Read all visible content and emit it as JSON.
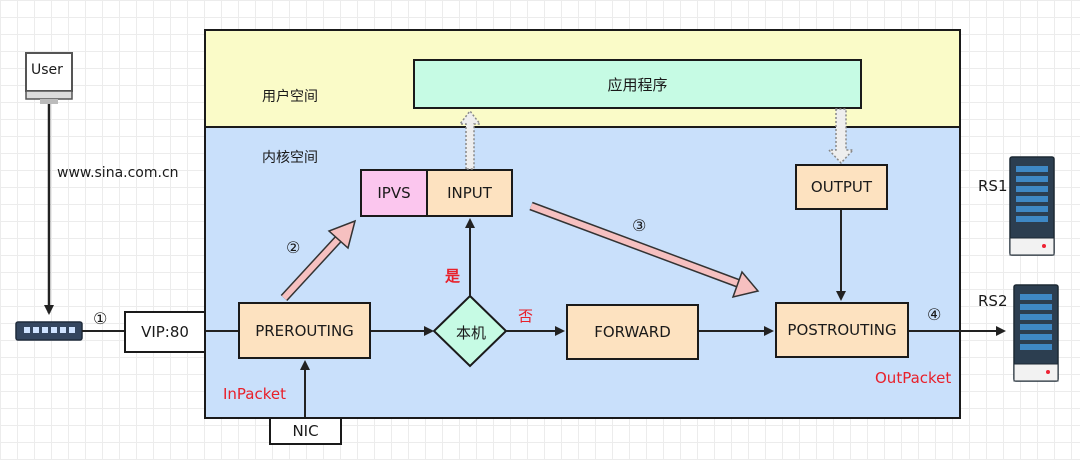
{
  "colors": {
    "user_space_bg": "#fafbc8",
    "kernel_space_bg": "#c9e0fb",
    "app_box": "#c6fbe4",
    "chain_box": "#fde2c0",
    "ipvs_box": "#fbc6ee",
    "decision_box": "#c6fbe4",
    "flow_arrow": "#f6c0c0",
    "red_text": "#e8202a"
  },
  "user": {
    "label": "User",
    "icon": "monitor-icon"
  },
  "switch": {
    "icon": "network-switch-icon"
  },
  "domain_label": "www.sina.com.cn",
  "vip": {
    "label": "VIP:80"
  },
  "nic": {
    "label": "NIC"
  },
  "user_space": {
    "label": "用户空间"
  },
  "kernel_space": {
    "label": "内核空间"
  },
  "app": {
    "label": "应用程序"
  },
  "chains": {
    "prerouting": "PREROUTING",
    "input": "INPUT",
    "ipvs": "IPVS",
    "forward": "FORWARD",
    "output": "OUTPUT",
    "postrouting": "POSTROUTING"
  },
  "decision": {
    "label": "本机",
    "yes": "是",
    "no": "否"
  },
  "steps": {
    "s1": "①",
    "s2": "②",
    "s3": "③",
    "s4": "④"
  },
  "packets": {
    "in": "InPacket",
    "out": "OutPacket"
  },
  "servers": [
    {
      "label": "RS1",
      "icon": "server-icon"
    },
    {
      "label": "RS2",
      "icon": "server-icon"
    }
  ]
}
